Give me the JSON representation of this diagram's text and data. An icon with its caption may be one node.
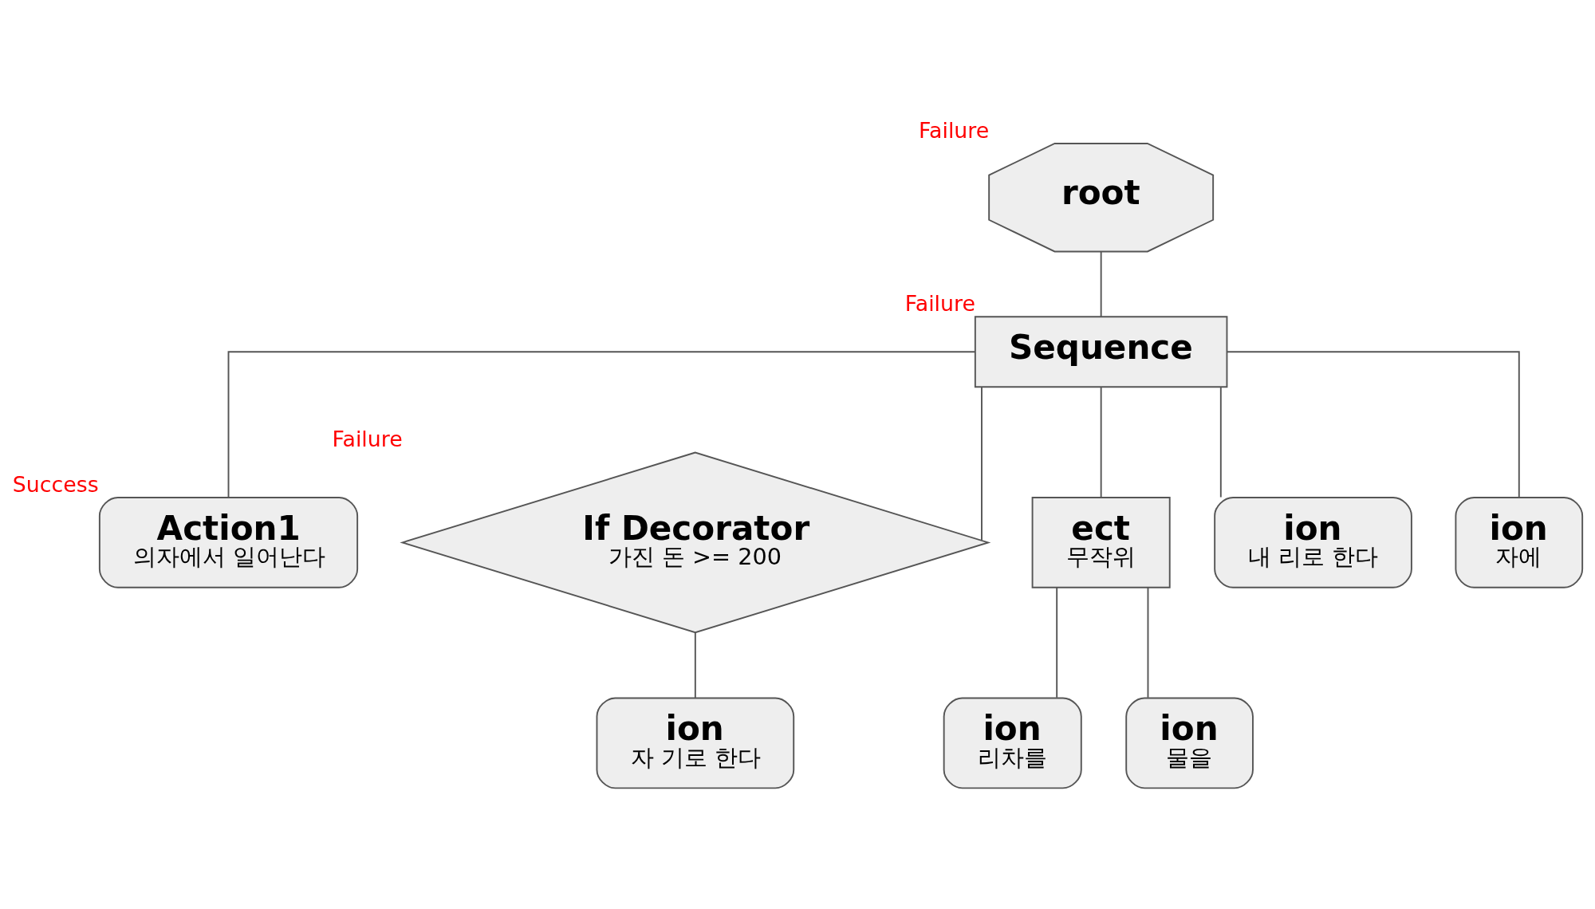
{
  "diagram": {
    "nodes": [
      {
        "text": [
          "root"
        ],
        "beside": [
          "Failure"
        ]
      },
      {
        "text": [
          "Sequence"
        ],
        "beside": [
          "Failure"
        ]
      },
      {
        "text": [
          "Action1",
          "의자에서 일어난다"
        ],
        "beside": [
          "Success"
        ]
      },
      {
        "text": [
          "If Decorator",
          "가진 돈 >= 200"
        ],
        "beside": [
          "Failure"
        ]
      },
      {
        "text": [
          "ion",
          "내 리로 한다"
        ]
      },
      {
        "text": [
          "ion",
          "자에"
        ]
      },
      {
        "text": [
          "ion",
          "자 기로 한다"
        ]
      },
      {
        "text": [
          "ect",
          "무작위"
        ]
      },
      {
        "text": [
          "ion",
          "리차를"
        ]
      },
      {
        "text": [
          "ion",
          "물을"
        ]
      }
    ],
    "edges": [
      {
        "from": 0,
        "to": 1,
        "arrow": "none"
      },
      {
        "from": 1,
        "to": 2,
        "arrow": "none"
      },
      {
        "from": 1,
        "to": 3,
        "arrow": "none"
      },
      {
        "from": 1,
        "to": 7,
        "arrow": "none"
      },
      {
        "from": 1,
        "to": 4,
        "arrow": "none"
      },
      {
        "from": 1,
        "to": 5,
        "arrow": "none"
      },
      {
        "from": 3,
        "to": 6,
        "arrow": "none"
      },
      {
        "from": 7,
        "to": 8,
        "arrow": "none"
      },
      {
        "from": 7,
        "to": 9,
        "arrow": "none"
      }
    ]
  }
}
